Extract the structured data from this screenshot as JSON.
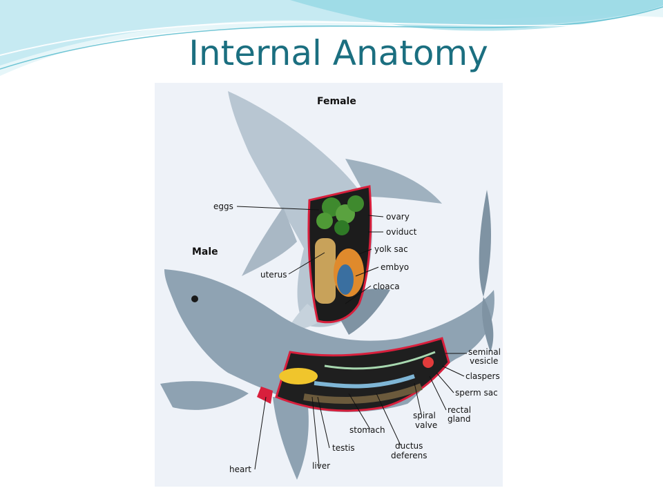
{
  "slide": {
    "title": "Internal Anatomy"
  },
  "figure": {
    "headings": {
      "female": "Female",
      "male": "Male"
    },
    "labels": {
      "eggs": "eggs",
      "ovary": "ovary",
      "oviduct": "oviduct",
      "yolk_sac": "yolk sac",
      "uterus": "uterus",
      "embyo": "embyo",
      "cloaca": "cloaca",
      "seminal_vesicle_1": "seminal",
      "seminal_vesicle_2": "vesicle",
      "claspers": "claspers",
      "sperm_sac": "sperm sac",
      "rectal_gland_1": "rectal",
      "rectal_gland_2": "gland",
      "spiral_valve_1": "spiral",
      "spiral_valve_2": "valve",
      "stomach": "stomach",
      "ductus_deferens_1": "ductus",
      "ductus_deferens_2": "deferens",
      "testis": "testis",
      "liver": "liver",
      "heart": "heart"
    }
  },
  "colors": {
    "title": "#1b6f80",
    "wave_light": "#cdeef4",
    "wave_mid": "#7fd0de",
    "figure_bg": "#eef2f8",
    "shark_body": "#8fa3b3",
    "cavity_border": "#d81f3c"
  }
}
